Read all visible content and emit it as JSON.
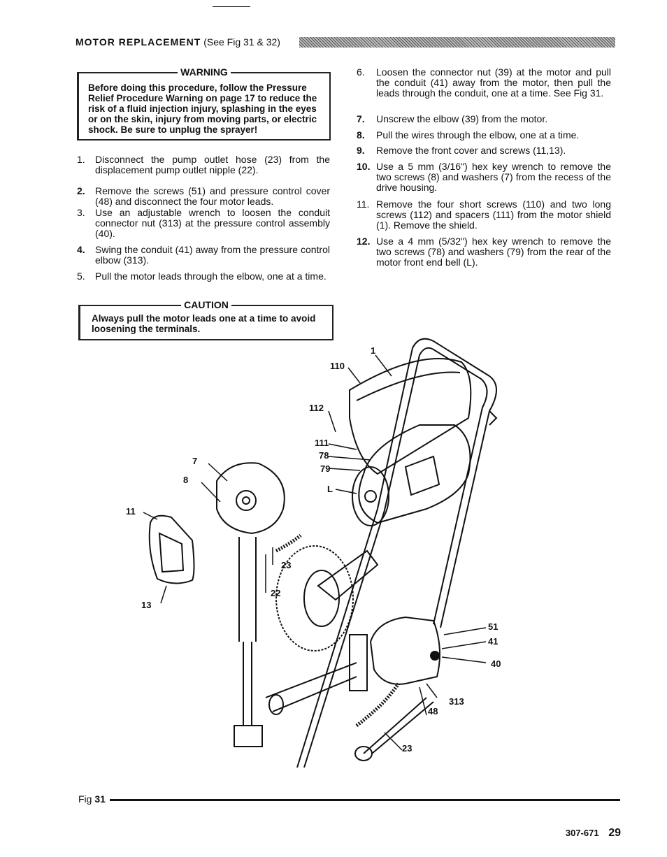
{
  "section": {
    "title": "MOTOR REPLACEMENT",
    "ref": "(See Fig 31 & 32)"
  },
  "warning": {
    "title": "WARNING",
    "text": "Before doing this procedure, follow the Pressure Relief Procedure Warning on page 17 to reduce the risk of a fluid injection injury, splashing in the eyes or on the skin, injury from moving parts, or electric shock. Be sure to unplug the sprayer!"
  },
  "caution": {
    "title": "CAUTION",
    "text": "Always pull the motor leads one at a time to avoid loosening the terminals."
  },
  "steps_left": [
    {
      "num": "1.",
      "text": "Disconnect the pump outlet hose (23) from the displacement pump outlet nipple (22)."
    },
    {
      "num": "2.",
      "text": "Remove the screws (51) and pressure control cover (48) and disconnect the four motor leads."
    },
    {
      "num": "3.",
      "text": "Use an adjustable wrench to loosen the conduit connector nut (313) at the pressure control assembly (40)."
    },
    {
      "num": "4.",
      "text": "Swing the conduit (41) away from the pressure control elbow (313)."
    },
    {
      "num": "5.",
      "text": "Pull the motor leads through the elbow, one at a time."
    }
  ],
  "steps_right": [
    {
      "num": "6.",
      "text": "Loosen the connector nut (39) at the motor and pull the conduit (41) away from the motor, then pull the leads through the conduit, one at a time. See Fig 31."
    },
    {
      "num": "7.",
      "text": "Unscrew the elbow (39) from the motor."
    },
    {
      "num": "8.",
      "text": "Pull the wires through the elbow, one at a time."
    },
    {
      "num": "9.",
      "text": "Remove the front cover and screws (11,13)."
    },
    {
      "num": "10.",
      "text": "Use a 5 mm (3/16\") hex key wrench to remove the two screws (8) and washers (7) from the recess of the drive housing."
    },
    {
      "num": "11.",
      "text": "Remove the four short screws (110) and two long screws (112) and spacers (111) from the motor shield (1). Remove the shield."
    },
    {
      "num": "12.",
      "text": "Use a 4 mm (5/32\") hex key wrench to remove the two screws (78) and washers (79) from the rear of the motor front end bell (L)."
    }
  ],
  "diagram_labels": [
    "1",
    "110",
    "112",
    "111",
    "78",
    "79",
    "L",
    "7",
    "8",
    "11",
    "13",
    "23",
    "22",
    "51",
    "41",
    "40",
    "313",
    "48",
    "23"
  ],
  "figure": {
    "label": "Fig",
    "number": "31"
  },
  "footer": {
    "doc": "307-671",
    "page": "29"
  }
}
